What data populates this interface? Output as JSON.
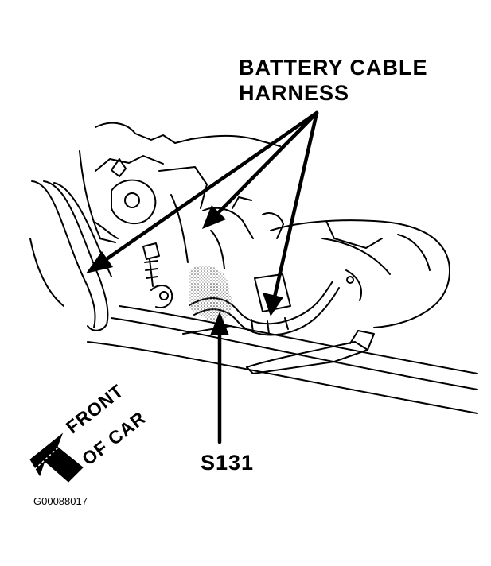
{
  "labels": {
    "harness_line1": "BATTERY CABLE",
    "harness_line2": "HARNESS",
    "splice": "S131",
    "direction_line1": "FRONT",
    "direction_line2": "OF CAR",
    "figure_id": "G00088017"
  },
  "icons": {
    "direction_arrow": "arrow-down-left-icon"
  },
  "colors": {
    "ink": "#000000",
    "background": "#ffffff",
    "shading": "#9a9a9a"
  }
}
